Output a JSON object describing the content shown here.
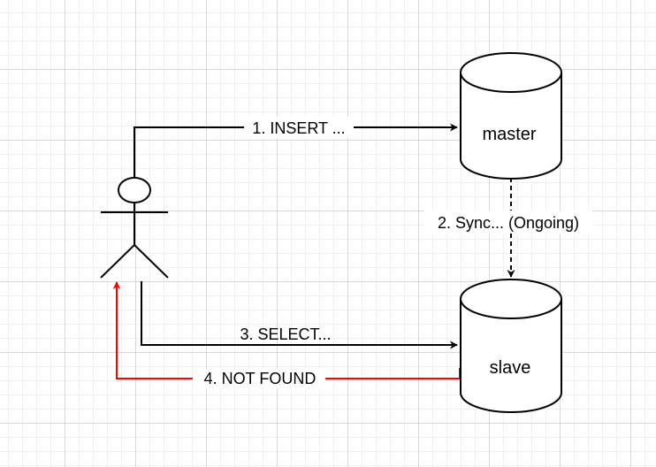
{
  "diagram": {
    "nodes": {
      "master": {
        "label": "master"
      },
      "slave": {
        "label": "slave"
      },
      "actor": {
        "icon": "stick-figure-icon"
      }
    },
    "edges": {
      "insert": {
        "label": "1. INSERT ..."
      },
      "sync": {
        "label": "2. Sync... (Ongoing)"
      },
      "select": {
        "label": "3. SELECT..."
      },
      "not_found": {
        "label": "4. NOT FOUND"
      }
    },
    "colors": {
      "line": "#000000",
      "error": "#ff0000",
      "node_fill": "#ffffff"
    }
  }
}
